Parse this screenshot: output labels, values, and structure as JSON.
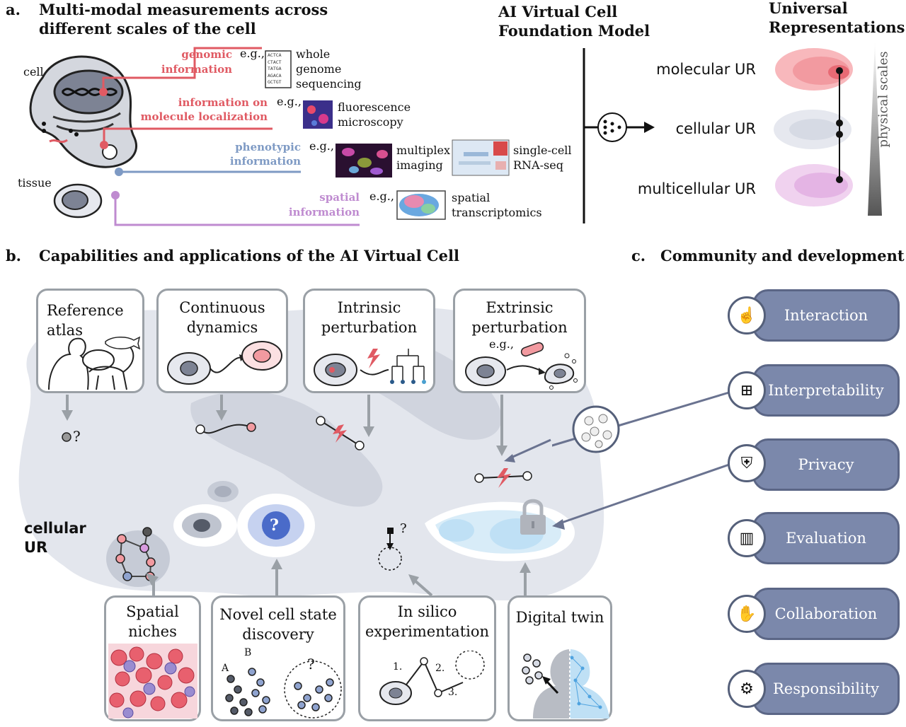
{
  "panel_a": {
    "letter": "a.",
    "title_line1": "Multi-modal measurements across",
    "title_line2": "different scales of the cell",
    "cell_label": "cell",
    "tissue_label": "tissue",
    "genomic": {
      "line1": "genomic",
      "line2": "information",
      "eg": "e.g.,",
      "ex_line1": "whole",
      "ex_line2": "genome",
      "ex_line3": "sequencing",
      "seq_lines": [
        "ACTCA",
        "CTACT",
        "TATGA",
        "AGACA",
        "GCTGT"
      ]
    },
    "localization": {
      "line1": "information on",
      "line2": "molecule localization",
      "eg": "e.g.,",
      "ex_line1": "fluorescence",
      "ex_line2": "microscopy"
    },
    "phenotypic": {
      "line1": "phenotypic",
      "line2": "information",
      "eg": "e.g.,",
      "ex1_line1": "multiplex",
      "ex1_line2": "imaging",
      "ex2_line1": "single-cell",
      "ex2_line2": "RNA-seq"
    },
    "spatial": {
      "line1": "spatial",
      "line2": "information",
      "eg": "e.g.,",
      "ex_line1": "spatial",
      "ex_line2": "transcriptomics"
    },
    "model_line1": "AI Virtual Cell",
    "model_line2": "Foundation Model",
    "ur_title_line1": "Universal",
    "ur_title_line2": "Representations",
    "ur_labels": [
      "molecular UR",
      "cellular UR",
      "multicellular UR"
    ],
    "scale_label": "physical scales"
  },
  "panel_b": {
    "letter": "b.",
    "title": "Capabilities and applications of the AI Virtual Cell",
    "ur_label_line1": "cellular",
    "ur_label_line2": "UR",
    "top_cards": [
      {
        "line1": "Reference",
        "line2": "atlas"
      },
      {
        "line1": "Continuous",
        "line2": "dynamics"
      },
      {
        "line1": "Intrinsic",
        "line2": "perturbation"
      },
      {
        "line1": "Extrinsic",
        "line2": "perturbation",
        "eg": "e.g.,"
      }
    ],
    "bottom_cards": [
      {
        "line1": "Spatial",
        "line2": "niches"
      },
      {
        "line1": "Novel cell state",
        "line2": "discovery",
        "a": "A",
        "b": "B",
        "q": "?"
      },
      {
        "line1": "In silico",
        "line2": "experimentation",
        "s1": "1.",
        "s2": "2.",
        "s3": "3."
      },
      {
        "line1": "Digital twin"
      }
    ],
    "question_marks": [
      "?",
      "?",
      "?"
    ]
  },
  "panel_c": {
    "letter": "c.",
    "title": "Community and development",
    "items": [
      {
        "label": "Interaction",
        "icon": "touch-icon"
      },
      {
        "label": "Interpretability",
        "icon": "hierarchy-icon"
      },
      {
        "label": "Privacy",
        "icon": "shield-lock-icon"
      },
      {
        "label": "Evaluation",
        "icon": "bar-chart-icon"
      },
      {
        "label": "Collaboration",
        "icon": "handshake-icon"
      },
      {
        "label": "Responsibility",
        "icon": "gear-hand-icon"
      }
    ]
  },
  "colors": {
    "genomic": "#e05a63",
    "phenotypic": "#7e9ac4",
    "spatial": "#bf8bd0",
    "pill": "#7b88ab",
    "card_border": "#9aa0a6",
    "landscape": "#e3e6ed",
    "novel_state": "#4a6bc9",
    "digital_twin": "#4fa3e0"
  }
}
